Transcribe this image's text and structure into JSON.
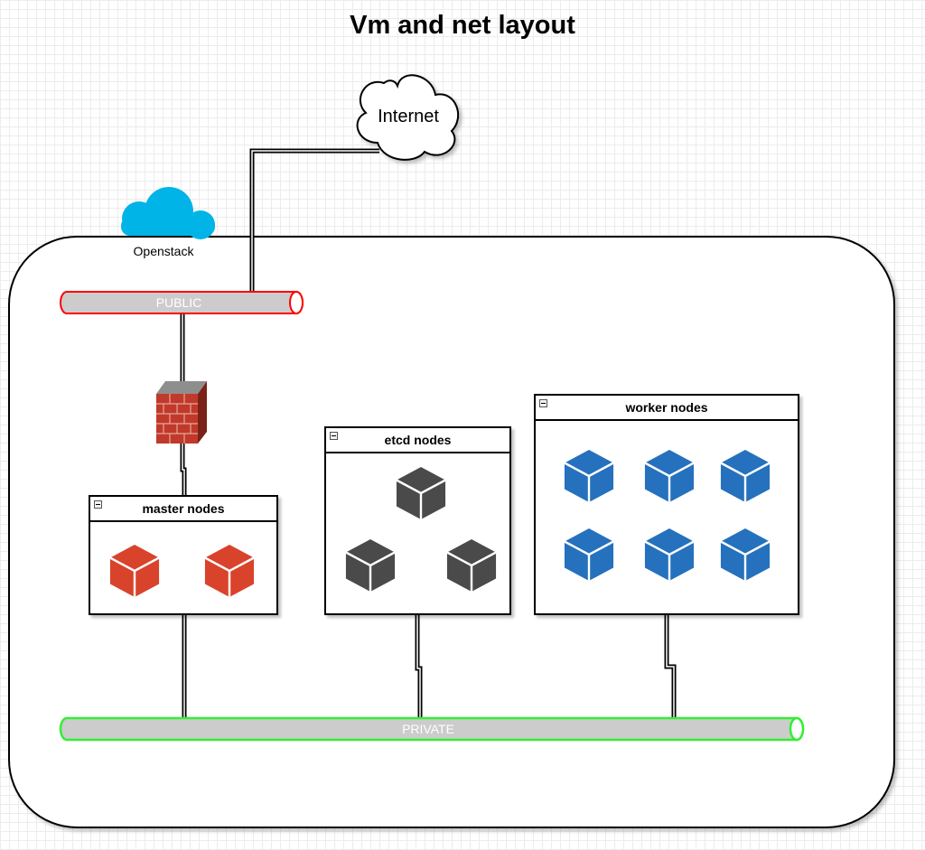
{
  "diagram": {
    "title": "Vm and net layout",
    "internet_label": "Internet",
    "openstack_label": "Openstack",
    "public_network_label": "PUBLIC",
    "private_network_label": "PRIVATE",
    "groups": {
      "master": {
        "title": "master nodes",
        "node_count": 2
      },
      "etcd": {
        "title": "etcd nodes",
        "node_count": 3
      },
      "worker": {
        "title": "worker nodes",
        "node_count": 6
      }
    },
    "colors": {
      "public_bus_border": "#ff0000",
      "private_bus_border": "#33ee33",
      "bus_fill": "#cccccc",
      "master_node": "#d9432b",
      "etcd_node": "#4a4a4a",
      "worker_node": "#2571bd",
      "openstack_cloud": "#00b4e8",
      "firewall_brick": "#c0392b"
    },
    "icons": [
      "cloud-icon",
      "firewall-icon",
      "cube-icon"
    ]
  }
}
